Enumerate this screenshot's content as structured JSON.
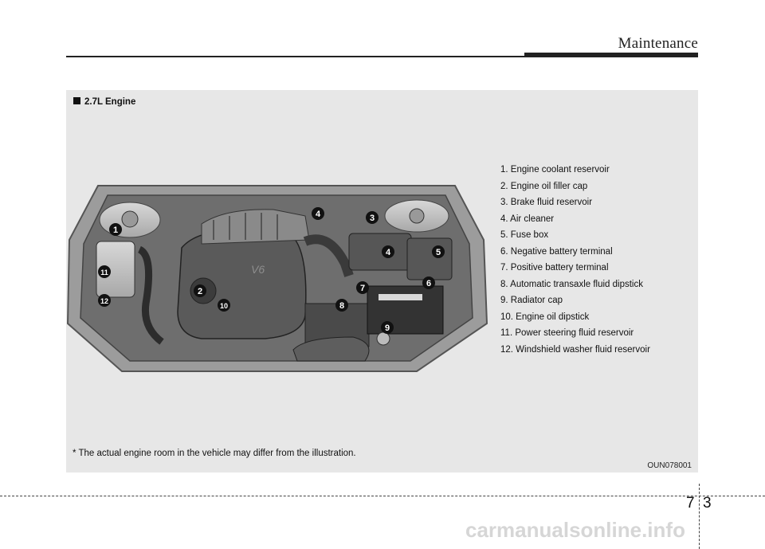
{
  "header": {
    "section_title": "Maintenance"
  },
  "panel": {
    "title": "2.7L Engine",
    "legend": [
      "1. Engine coolant reservoir",
      "2. Engine oil filler cap",
      "3. Brake fluid reservoir",
      "4. Air cleaner",
      "5. Fuse box",
      "6. Negative battery terminal",
      "7. Positive battery terminal",
      "8. Automatic transaxle fluid dipstick",
      "9. Radiator cap",
      "10. Engine oil dipstick",
      "11. Power steering fluid reservoir",
      "12. Windshield washer fluid reservoir"
    ],
    "footnote": "* The actual engine room in the vehicle may differ from the illustration.",
    "figure_code": "OUN078001",
    "callouts": [
      "1",
      "2",
      "3",
      "4",
      "4",
      "5",
      "6",
      "7",
      "8",
      "9",
      "10",
      "11",
      "12"
    ],
    "engine_badge": "V6"
  },
  "footer": {
    "page_chapter": "7",
    "page_number": "3",
    "watermark": "carmanualsonline.info"
  }
}
